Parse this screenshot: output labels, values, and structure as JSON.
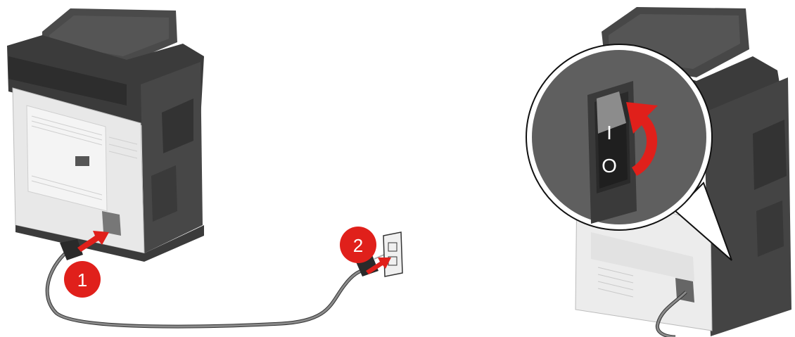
{
  "steps": [
    {
      "label": "1",
      "color": "#e0201b"
    },
    {
      "label": "2",
      "color": "#e0201b"
    }
  ],
  "power_switch": {
    "on_symbol": "I",
    "off_symbol": "O"
  },
  "colors": {
    "printer_dark": "#3c3c3c",
    "printer_mid": "#5a5a5a",
    "panel_light": "#e6e6e6",
    "panel_white": "#f2f2f2",
    "cord": "#6b6b6b",
    "arrow_red": "#e0201b"
  }
}
